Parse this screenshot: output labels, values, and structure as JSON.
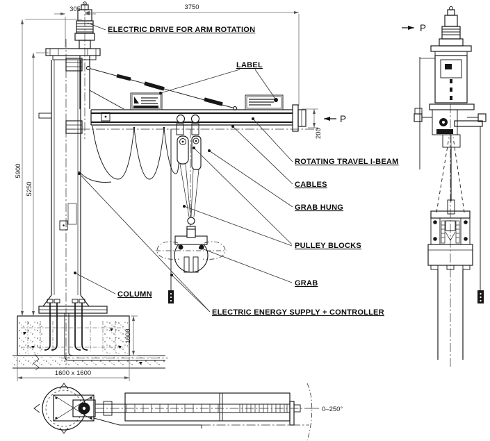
{
  "drawing": {
    "type": "jib-crane-with-grab-general-arrangement",
    "colors": {
      "background": "#ffffff",
      "line": "#1a1a1a",
      "dimension": "#6a6a6a"
    },
    "callouts": {
      "electric_drive": "ELECTRIC DRIVE FOR ARM ROTATION",
      "label": "LABEL",
      "rotating_beam": "ROTATING TRAVEL I-BEAM",
      "cables": "CABLES",
      "grab_hung": "GRAB HUNG",
      "pulley_blocks": "PULLEY BLOCKS",
      "grab": "GRAB",
      "column": "COLUMN",
      "energy_supply": "ELECTRIC ENERGY SUPPLY + CONTROLLER"
    },
    "dimensions": {
      "mast_offset": "305",
      "arm_reach": "3750",
      "total_height": "5900",
      "column_height": "5250",
      "beam_depth": "200",
      "foundation_depth": "1000",
      "foundation_footprint": "1600 x 1600",
      "slew_range": "0–250°"
    },
    "section": {
      "marker": "P"
    }
  }
}
